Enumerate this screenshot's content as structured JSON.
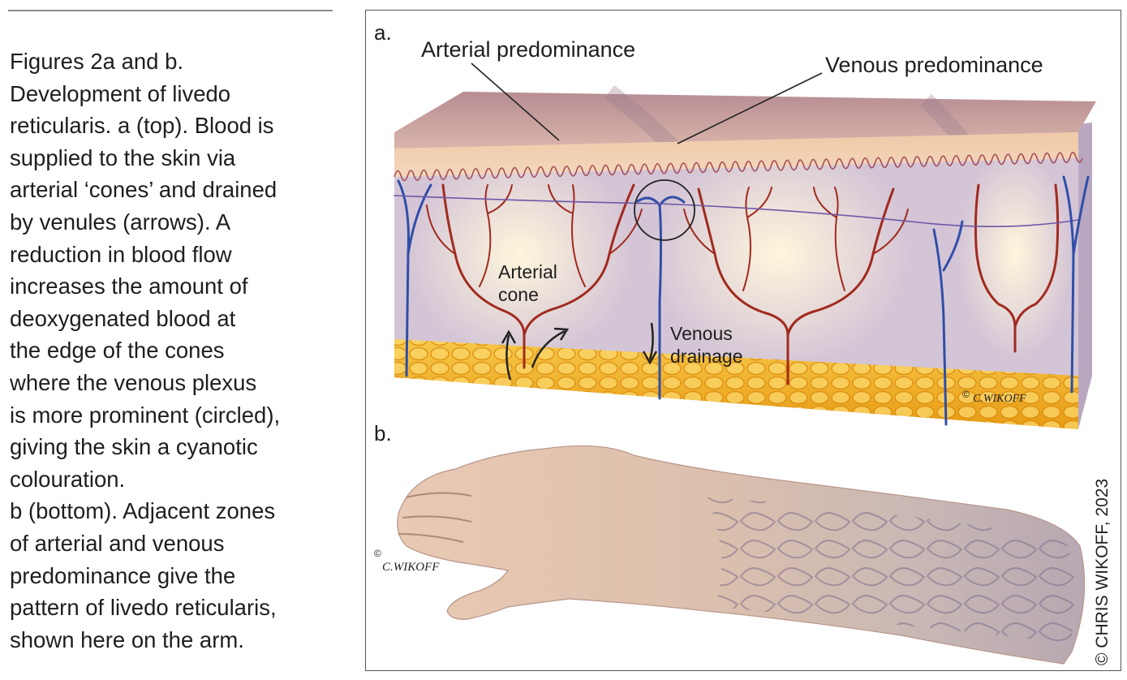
{
  "caption": {
    "title": "Figures 2a and b.",
    "lines": [
      "Development of livedo",
      "reticularis. a (top). Blood is",
      "supplied to the skin via",
      "arterial ‘cones’ and drained",
      "by venules (arrows). A",
      "reduction in blood flow",
      "increases the amount of",
      "deoxygenated blood at",
      "the edge of the cones",
      "where the venous plexus",
      "is more prominent (circled),",
      "giving the skin a cyanotic",
      "colouration.",
      "b (bottom). Adjacent zones",
      "of arterial and venous",
      "predominance give the",
      "pattern of livedo reticularis,",
      "shown here on the arm."
    ]
  },
  "figure": {
    "panel_a": {
      "label": "a.",
      "arterial_predominance": "Arterial predominance",
      "venous_predominance": "Venous predominance",
      "arterial_cone_line1": "Arterial",
      "arterial_cone_line2": "cone",
      "venous_drainage_line1": "Venous",
      "venous_drainage_line2": "drainage",
      "signature": "C.WIKOFF",
      "signature_symbol": "©"
    },
    "panel_b": {
      "label": "b.",
      "signature": "C.WIKOFF",
      "signature_symbol": "©"
    }
  },
  "copyright": "© CHRIS WIKOFF, 2023",
  "colors": {
    "artery": "#a12a1e",
    "vein": "#2f4fa8",
    "skin_top": "#cfa6a4",
    "fat": "#f2b01a",
    "dermis": "#f7ecd4",
    "venous_zone": "#a9a0c6",
    "arm_skin": "#e7c7b1",
    "arm_mottle": "#8b7f9a"
  }
}
